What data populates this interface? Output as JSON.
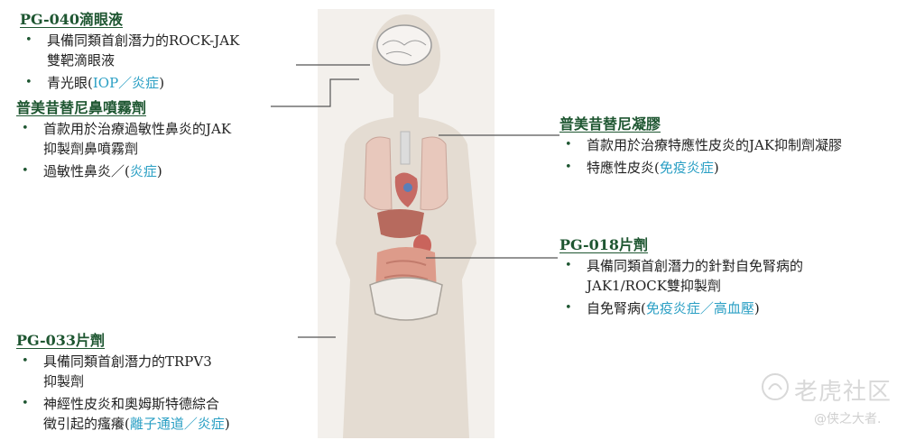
{
  "blocks": [
    {
      "title": "PG-040滴眼液",
      "items": [
        {
          "lines": [
            {
              "text": "具備同類首創潛力的ROCK-JAK"
            },
            {
              "text": "雙靶滴眼液"
            }
          ]
        },
        {
          "lines": [
            {
              "text": "青光眼(",
              "after": "IOP／炎症",
              "close": ")"
            }
          ]
        }
      ]
    },
    {
      "title": "普美昔替尼鼻噴霧劑",
      "items": [
        {
          "lines": [
            {
              "text": "首款用於治療過敏性鼻炎的JAK"
            },
            {
              "text": "抑製劑鼻噴霧劑"
            }
          ]
        },
        {
          "lines": [
            {
              "text": "過敏性鼻炎／(",
              "after": "炎症",
              "close": ")"
            }
          ]
        }
      ]
    },
    {
      "title": "PG-033片劑",
      "items": [
        {
          "lines": [
            {
              "text": "具備同類首創潛力的TRPV3"
            },
            {
              "text": "抑製劑"
            }
          ]
        },
        {
          "lines": [
            {
              "text": "神經性皮炎和奧姆斯特德綜合"
            },
            {
              "text": "徵引起的瘙癢(",
              "after": "離子通道／炎症",
              "close": ")"
            }
          ]
        }
      ]
    },
    {
      "title": "普美昔替尼凝膠",
      "items": [
        {
          "lines": [
            {
              "text": "首款用於治療特應性皮炎的JAK抑制劑凝膠"
            }
          ]
        },
        {
          "lines": [
            {
              "text": "特應性皮炎(",
              "after": "免疫炎症",
              "close": ")"
            }
          ]
        }
      ]
    },
    {
      "title": "PG-018片劑",
      "items": [
        {
          "lines": [
            {
              "text": "具備同類首創潛力的針對自免腎病的"
            },
            {
              "text": "JAK1/ROCK雙抑製劑"
            }
          ]
        },
        {
          "lines": [
            {
              "text": "自免腎病(",
              "after": "免疫炎症／高血壓",
              "close": ")"
            }
          ]
        }
      ]
    }
  ],
  "watermark": {
    "text": "老虎社区",
    "handle": "@侠之大者."
  },
  "colors": {
    "title": "#1e5631",
    "accent": "#2a9fc4",
    "body_figure": "#e4dcd2"
  }
}
